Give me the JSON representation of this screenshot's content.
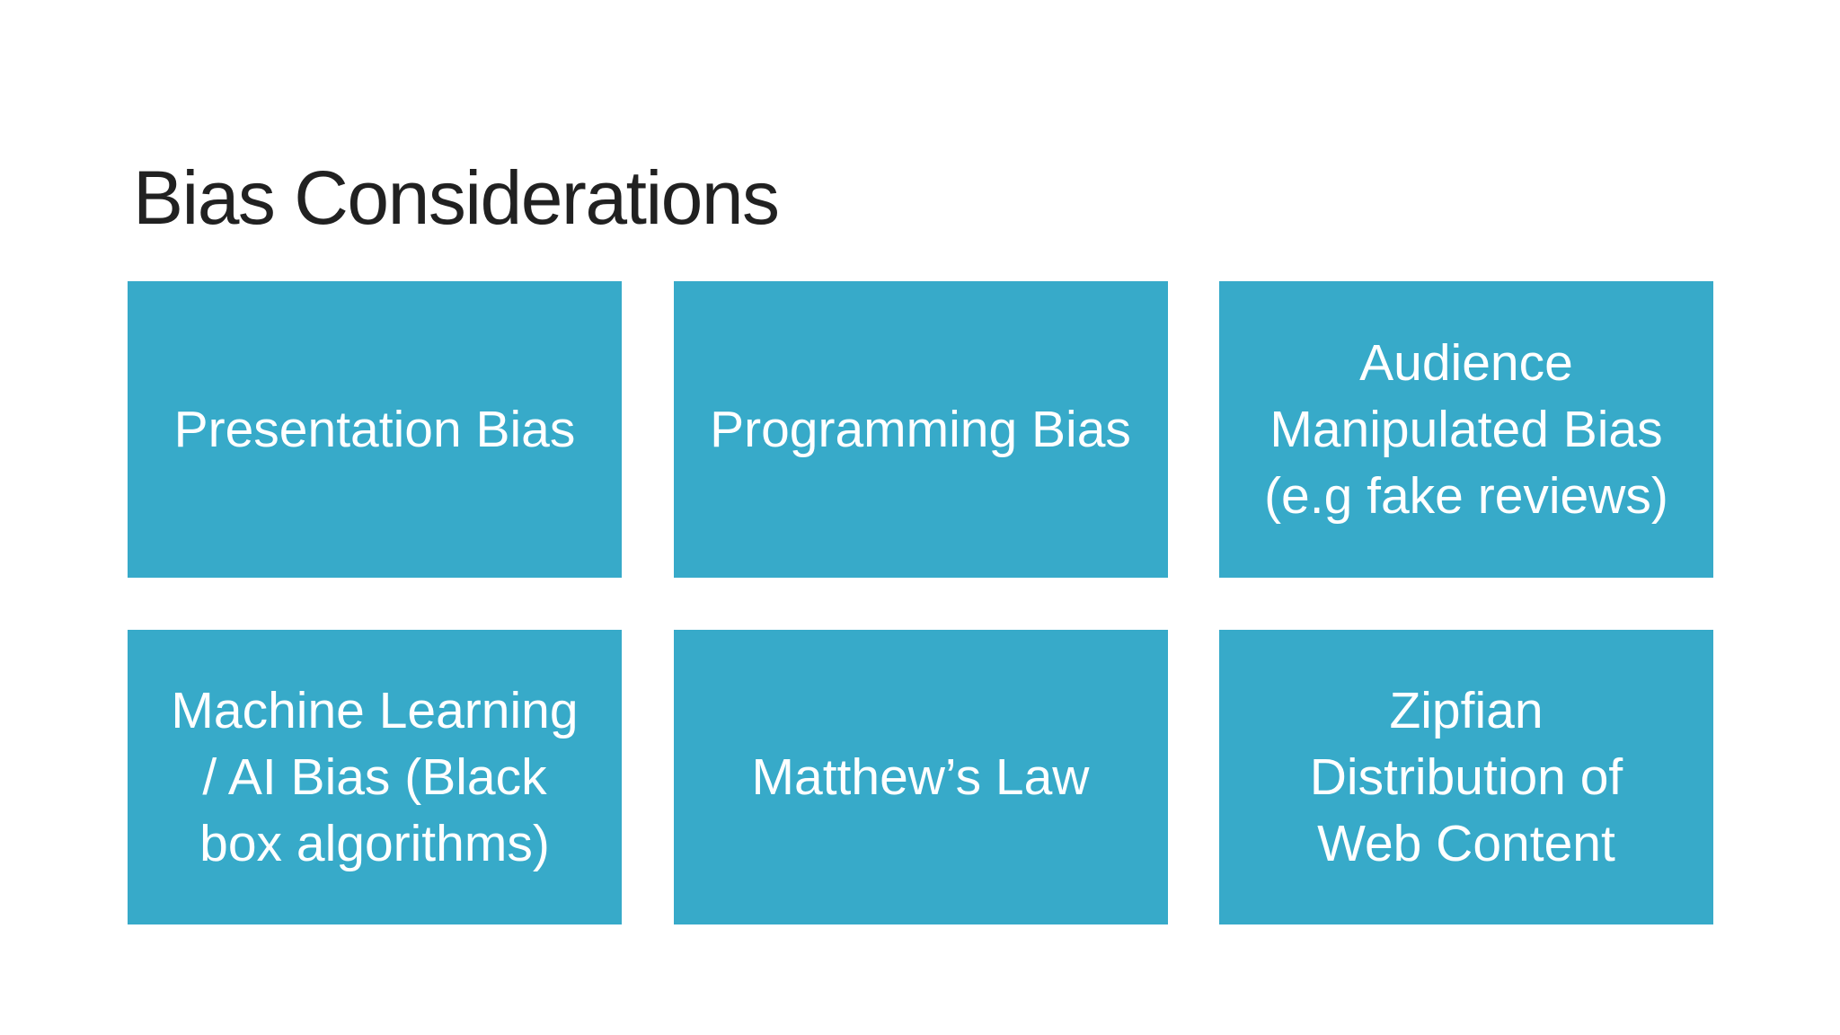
{
  "theme": {
    "slide_bg": "#ffffff",
    "title_color": "#212121",
    "box_fill": "#37aac9",
    "box_text_color": "#ffffff"
  },
  "slide": {
    "title": "Bias Considerations"
  },
  "grid": {
    "boxes": [
      {
        "label": "Presentation Bias"
      },
      {
        "label": "Programming Bias"
      },
      {
        "label": "Audience\nManipulated Bias\n(e.g fake reviews)"
      },
      {
        "label": "Machine Learning\n/ AI Bias (Black\nbox algorithms)"
      },
      {
        "label": "Matthew’s Law"
      },
      {
        "label": "Zipfian\nDistribution of\nWeb Content"
      }
    ]
  }
}
